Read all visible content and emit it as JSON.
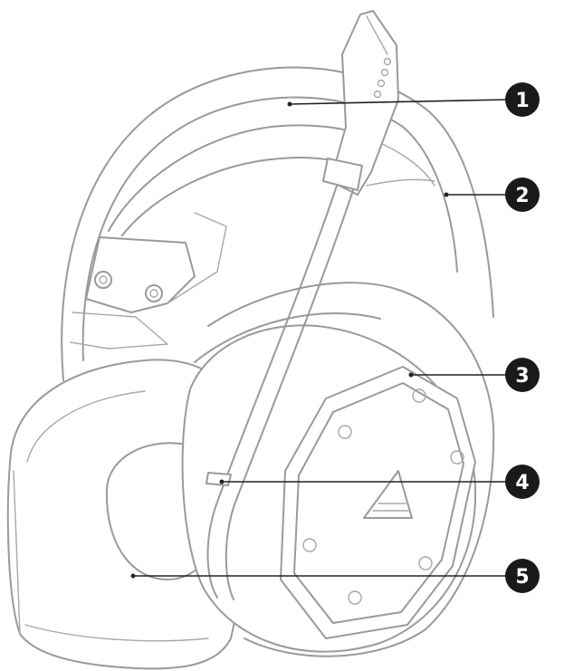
{
  "colors": {
    "outline": "#9a9a9a",
    "callout": "#1a1a1a",
    "callout_text": "#ffffff"
  },
  "callouts": [
    {
      "number": "1"
    },
    {
      "number": "2"
    },
    {
      "number": "3"
    },
    {
      "number": "4"
    },
    {
      "number": "5"
    }
  ]
}
